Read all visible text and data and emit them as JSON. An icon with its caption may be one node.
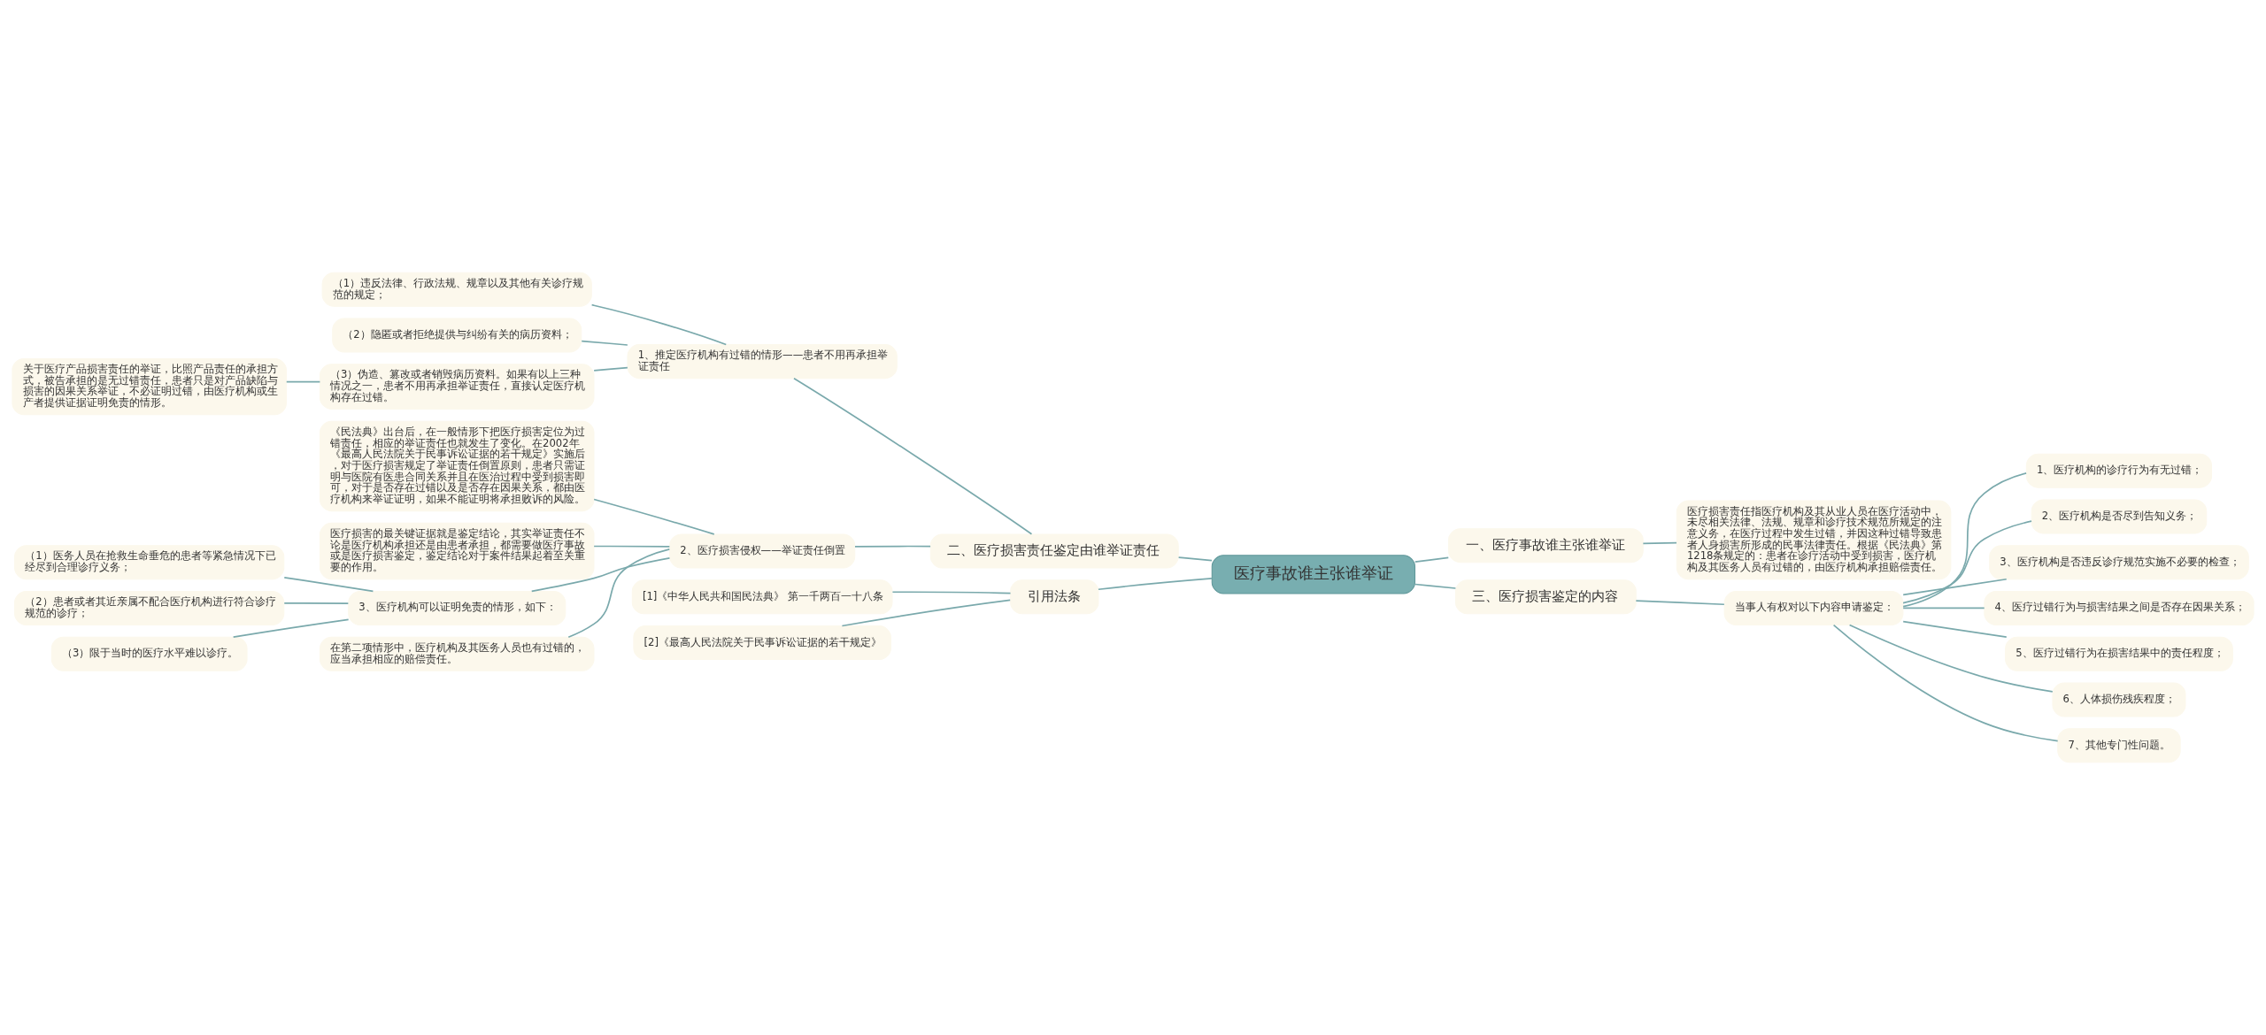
{
  "diagram": {
    "nodes": [
      {
        "text": [
          "医疗事故谁主张谁举证"
        ]
      },
      {
        "text": [
          "二、医疗损害责任鉴定由谁举证责任"
        ]
      },
      {
        "text": [
          "1、推定医疗机构有过错的情形——患者不用再承担举证责任"
        ]
      },
      {
        "text": [
          "（1）违反法律、行政法规、规章以及其他有关诊疗规范的规定；"
        ]
      },
      {
        "text": [
          "（2）隐匿或者拒绝提供与纠纷有关的病历资料；"
        ]
      },
      {
        "text": [
          "（3）伪造、篡改或者销毁病历资料。如果有以上三种情况之一，患者不用再承担举证责任，直接认定医疗机构存在过错。"
        ]
      },
      {
        "text": [
          "关于医疗产品损害责任的举证，比照产品责任的承担方式，被告承担的是无过错责任，患者只是对产品缺陷与损害的因果关系举证，不必证明过错，由医疗机构或生产者提供证据证明免责的情形。"
        ]
      },
      {
        "text": [
          "2、医疗损害侵权——举证责任倒置"
        ]
      },
      {
        "text": [
          "《民法典》出台后，在一般情形下把医疗损害定位为过错责任，相应的举证责任也就发生了变化。在2002年《最高人民法院关于民事诉讼证据的若干规定》实施后，对于医疗损害规定了举证责任倒置原则，患者只需证明与医院有医患合同关系并且在医治过程中受到损害即可，对于是否存在过错以及是否存在因果关系，都由医疗机构来举证证明，如果不能证明将承担败诉的风险。"
        ]
      },
      {
        "text": [
          "医疗损害的最关键证据就是鉴定结论，其实举证责任不论是医疗机构承担还是由患者承担，都需要做医疗事故或是医疗损害鉴定，鉴定结论对于案件结果起着至关重要的作用。"
        ]
      },
      {
        "text": [
          "3、医疗机构可以证明免责的情形，如下："
        ]
      },
      {
        "text": [
          "（1）医务人员在抢救生命垂危的患者等紧急情况下已经尽到合理诊疗义务；"
        ]
      },
      {
        "text": [
          "（2）患者或者其近亲属不配合医疗机构进行符合诊疗规范的诊疗；"
        ]
      },
      {
        "text": [
          "（3）限于当时的医疗水平难以诊疗。"
        ]
      },
      {
        "text": [
          "在第二项情形中，医疗机构及其医务人员也有过错的，应当承担相应的赔偿责任。"
        ]
      },
      {
        "text": [
          "引用法条"
        ]
      },
      {
        "text": [
          "[1]《中华人民共和国民法典》 第一千两百一十八条"
        ]
      },
      {
        "text": [
          "[2]《最高人民法院关于民事诉讼证据的若干规定》"
        ]
      },
      {
        "text": [
          "一、医疗事故谁主张谁举证"
        ]
      },
      {
        "text": [
          "医疗损害责任指医疗机构及其从业人员在医疗活动中，未尽相关法律、法规、规章和诊疗技术规范所规定的注意义务，在医疗过程中发生过错，并因这种过错导致患者人身损害所形成的民事法律责任。根据《民法典》第1218条规定的：患者在诊疗活动中受到损害，医疗机构及其医务人员有过错的，由医疗机构承担赔偿责任。"
        ]
      },
      {
        "text": [
          "三、医疗损害鉴定的内容"
        ]
      },
      {
        "text": [
          "当事人有权对以下内容申请鉴定："
        ]
      },
      {
        "text": [
          "1、医疗机构的诊疗行为有无过错；"
        ]
      },
      {
        "text": [
          "2、医疗机构是否尽到告知义务；"
        ]
      },
      {
        "text": [
          "3、医疗机构是否违反诊疗规范实施不必要的检查；"
        ]
      },
      {
        "text": [
          "4、医疗过错行为与损害结果之间是否存在因果关系；"
        ]
      },
      {
        "text": [
          "5、医疗过错行为在损害结果中的责任程度；"
        ]
      },
      {
        "text": [
          "6、人体损伤残疾程度；"
        ]
      },
      {
        "text": [
          "7、其他专门性问题。"
        ]
      }
    ],
    "edges": [
      {
        "from": 0,
        "to": 1,
        "arrow": "none"
      },
      {
        "from": 1,
        "to": 2,
        "arrow": "none"
      },
      {
        "from": 2,
        "to": 3,
        "arrow": "none"
      },
      {
        "from": 2,
        "to": 4,
        "arrow": "none"
      },
      {
        "from": 2,
        "to": 5,
        "arrow": "none"
      },
      {
        "from": 5,
        "to": 6,
        "arrow": "none"
      },
      {
        "from": 1,
        "to": 7,
        "arrow": "none"
      },
      {
        "from": 7,
        "to": 8,
        "arrow": "none"
      },
      {
        "from": 7,
        "to": 9,
        "arrow": "none"
      },
      {
        "from": 7,
        "to": 10,
        "arrow": "none"
      },
      {
        "from": 10,
        "to": 11,
        "arrow": "none"
      },
      {
        "from": 10,
        "to": 12,
        "arrow": "none"
      },
      {
        "from": 10,
        "to": 13,
        "arrow": "none"
      },
      {
        "from": 7,
        "to": 14,
        "arrow": "none"
      },
      {
        "from": 0,
        "to": 15,
        "arrow": "none"
      },
      {
        "from": 15,
        "to": 16,
        "arrow": "none"
      },
      {
        "from": 15,
        "to": 17,
        "arrow": "none"
      },
      {
        "from": 0,
        "to": 18,
        "arrow": "none"
      },
      {
        "from": 18,
        "to": 19,
        "arrow": "none"
      },
      {
        "from": 0,
        "to": 20,
        "arrow": "none"
      },
      {
        "from": 20,
        "to": 21,
        "arrow": "none"
      },
      {
        "from": 21,
        "to": 22,
        "arrow": "none"
      },
      {
        "from": 21,
        "to": 23,
        "arrow": "none"
      },
      {
        "from": 21,
        "to": 24,
        "arrow": "none"
      },
      {
        "from": 21,
        "to": 25,
        "arrow": "none"
      },
      {
        "from": 21,
        "to": 26,
        "arrow": "none"
      },
      {
        "from": 21,
        "to": 27,
        "arrow": "none"
      },
      {
        "from": 21,
        "to": 28,
        "arrow": "none"
      }
    ]
  }
}
